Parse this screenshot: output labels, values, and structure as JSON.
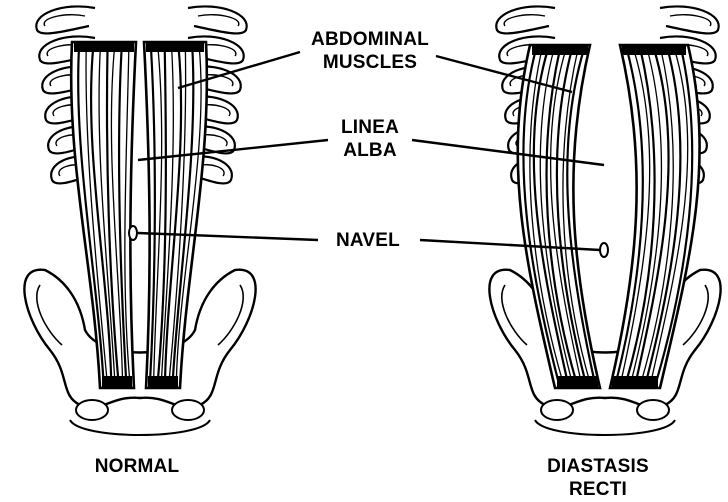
{
  "labels": {
    "abdominal_line1": "ABDOMINAL",
    "abdominal_line2": "MUSCLES",
    "linea_line1": "LINEA",
    "linea_line2": "ALBA",
    "navel": "NAVEL",
    "normal": "NORMAL",
    "diastasis_line1": "DIASTASIS",
    "diastasis_line2": "RECTI"
  }
}
